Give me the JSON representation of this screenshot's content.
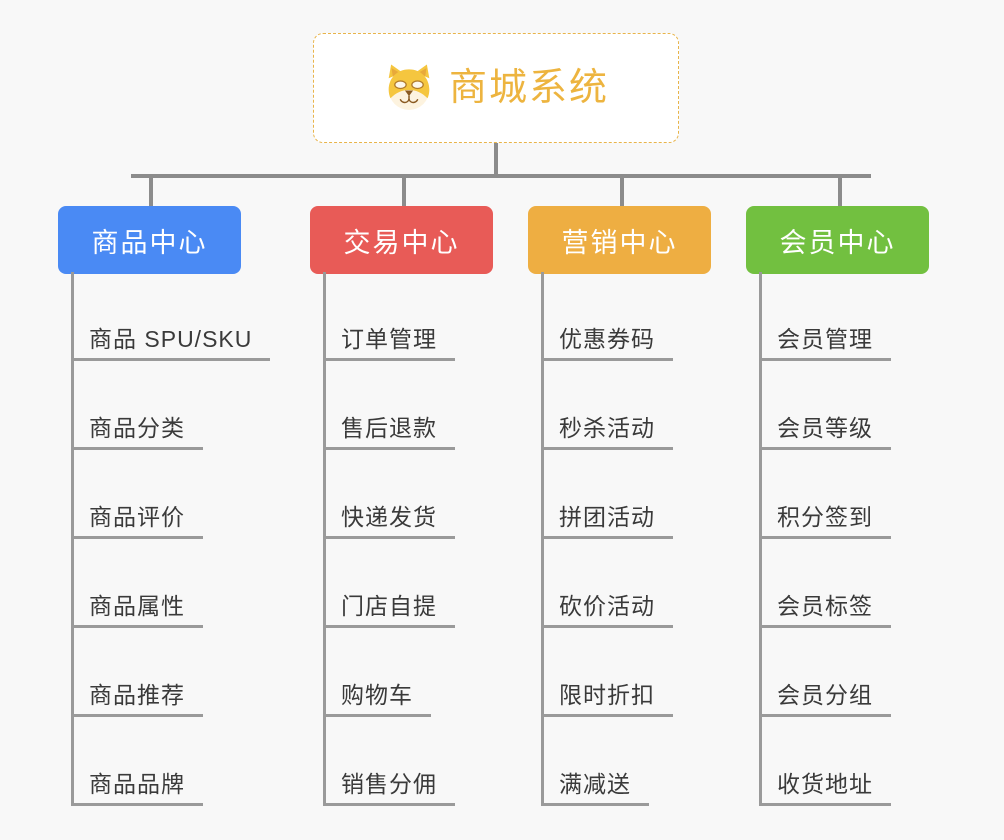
{
  "background_color": "#f8f8f8",
  "root": {
    "icon": "shiba-dog-face-icon",
    "title": "商城系统",
    "border_color": "#e8b44a",
    "text_color": "#edb43f",
    "background": "#ffffff"
  },
  "columns": [
    {
      "header": "商品中心",
      "color": "#4a8af4",
      "items": [
        "商品 SPU/SKU",
        "商品分类",
        "商品评价",
        "商品属性",
        "商品推荐",
        "商品品牌"
      ]
    },
    {
      "header": "交易中心",
      "color": "#e85b57",
      "items": [
        "订单管理",
        "售后退款",
        "快递发货",
        "门店自提",
        "购物车",
        "销售分佣"
      ]
    },
    {
      "header": "营销中心",
      "color": "#eeae42",
      "items": [
        "优惠券码",
        "秒杀活动",
        "拼团活动",
        "砍价活动",
        "限时折扣",
        "满减送"
      ]
    },
    {
      "header": "会员中心",
      "color": "#72c040",
      "items": [
        "会员管理",
        "会员等级",
        "积分签到",
        "会员标签",
        "会员分组",
        "收货地址"
      ]
    }
  ],
  "connector_color": "#8c8c8c",
  "leaf_line_color": "#9a9a9a"
}
